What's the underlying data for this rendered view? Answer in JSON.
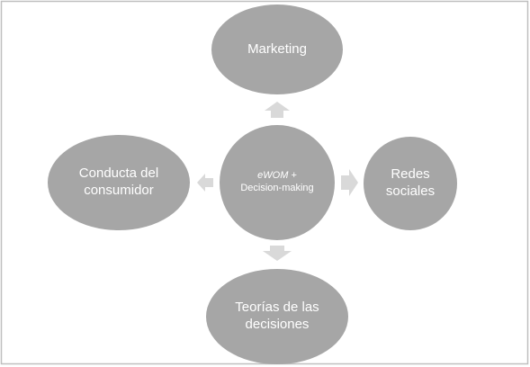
{
  "diagram": {
    "center": {
      "line1": "eWOM +",
      "line2": "Decision-making"
    },
    "top": {
      "line1": "Marketing"
    },
    "left": {
      "line1": "Conducta del",
      "line2": "consumidor"
    },
    "right": {
      "line1": "Redes",
      "line2": "sociales"
    },
    "bottom": {
      "line1": "Teorías de las",
      "line2": "decisiones"
    }
  },
  "colors": {
    "node_fill": "#a6a6a6",
    "arrow_fill": "#d9d9d9",
    "frame_stroke": "#bfbfbf",
    "text": "#ffffff"
  }
}
